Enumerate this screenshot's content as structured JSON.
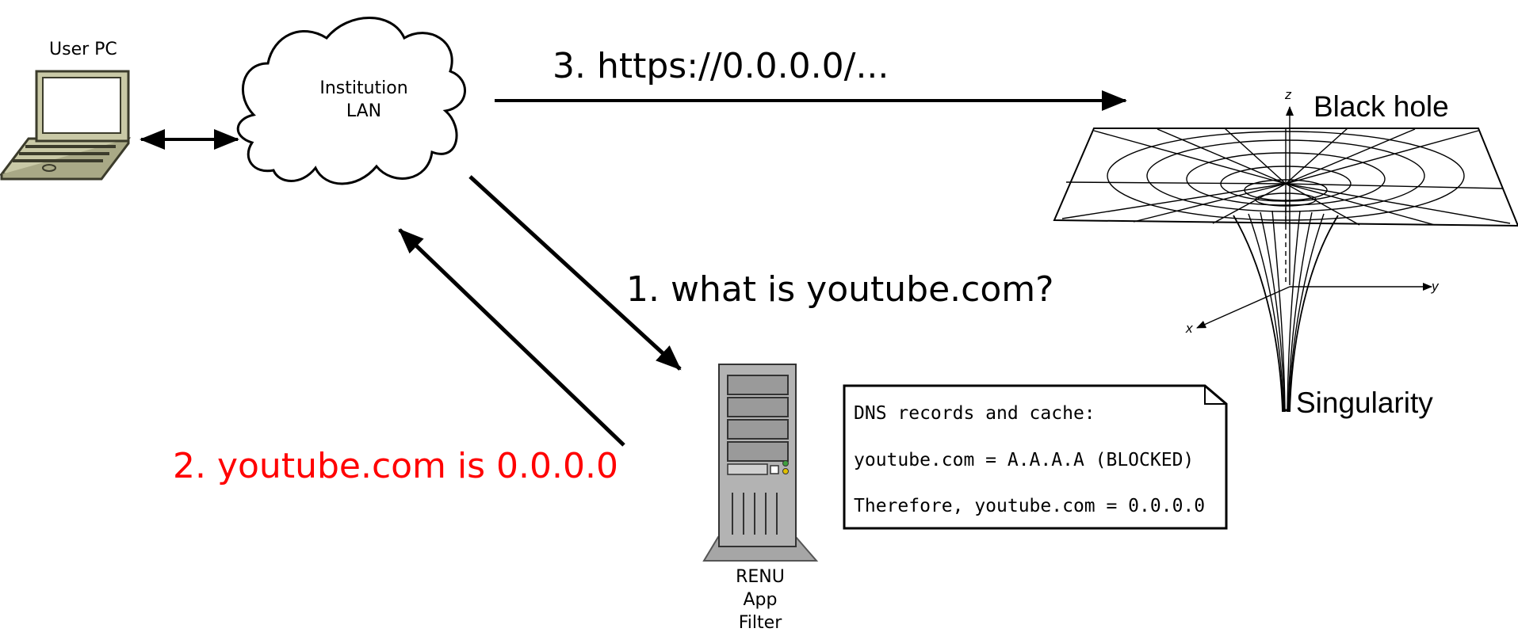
{
  "nodes": {
    "user_pc": {
      "label": "User PC"
    },
    "lan": {
      "line1": "Institution",
      "line2": "LAN"
    },
    "filter": {
      "line1": "RENU",
      "line2": "App",
      "line3": "Filter"
    }
  },
  "steps": {
    "step1": "1. what is youtube.com?",
    "step2": "2. youtube.com is 0.0.0.0",
    "step3": "3. https://0.0.0.0/..."
  },
  "dns_note": {
    "title": "DNS records and cache:",
    "record": "youtube.com = A.A.A.A (BLOCKED)",
    "conclusion": "Therefore, youtube.com = 0.0.0.0"
  },
  "black_hole": {
    "title": "Black hole",
    "singularity": "Singularity",
    "axis_x": "x",
    "axis_y": "y",
    "axis_z": "z"
  },
  "colors": {
    "step2": "#ff0000",
    "ink": "#000000",
    "laptop_fill": "#c9c9a6",
    "server_fill": "#b3b3b3"
  }
}
